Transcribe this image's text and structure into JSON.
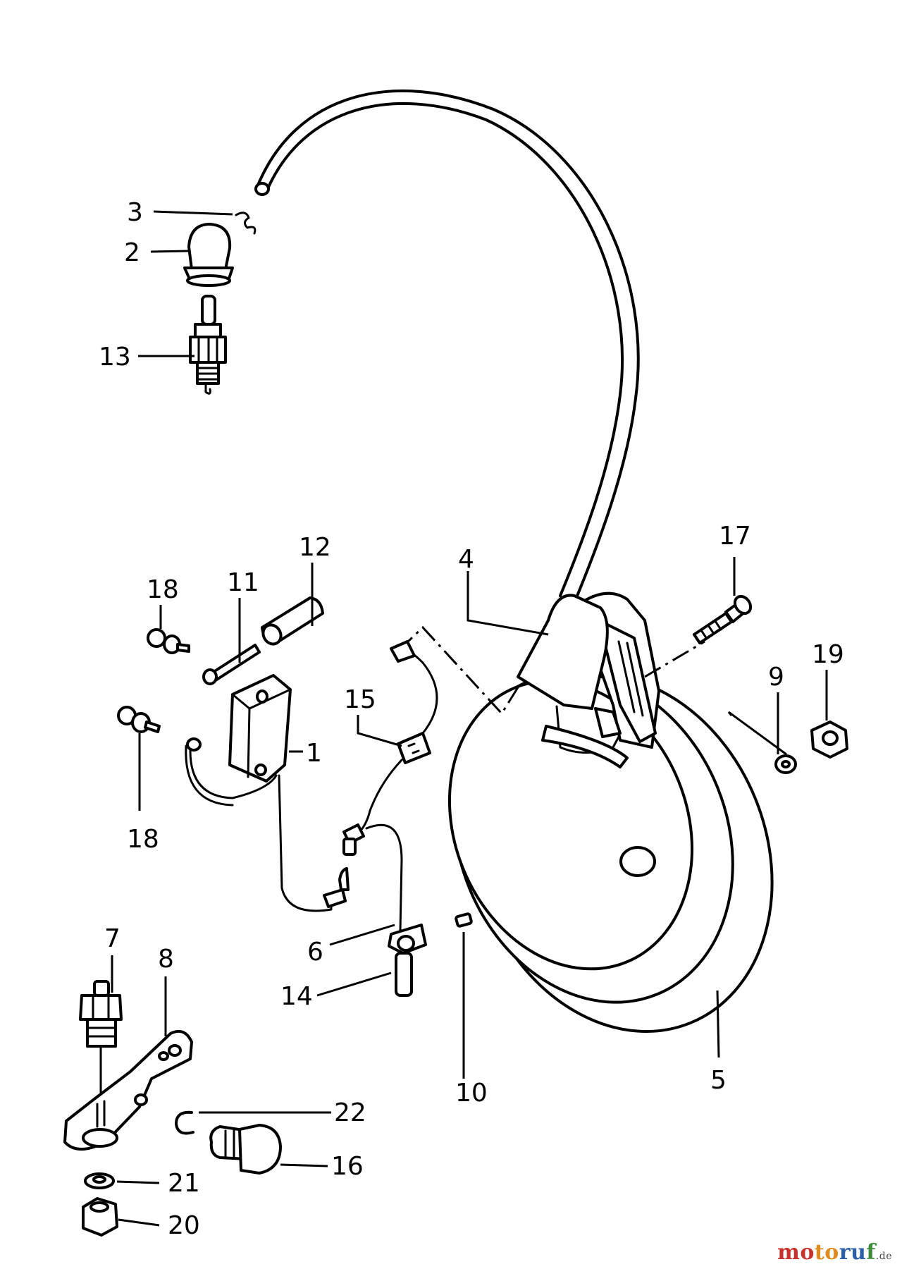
{
  "diagram": {
    "part_labels": {
      "p1": "1",
      "p2": "2",
      "p3": "3",
      "p4": "4",
      "p5": "5",
      "p6": "6",
      "p7": "7",
      "p8": "8",
      "p9": "9",
      "p10": "10",
      "p11": "11",
      "p12": "12",
      "p13": "13",
      "p14": "14",
      "p15": "15",
      "p16": "16",
      "p17": "17",
      "p18a": "18",
      "p18b": "18",
      "p19": "19",
      "p20": "20",
      "p21": "21",
      "p22": "22"
    }
  },
  "watermark": {
    "part1": "mo",
    "part2": "to",
    "part3": "ru",
    "part4": "f",
    "tld": ".de"
  }
}
